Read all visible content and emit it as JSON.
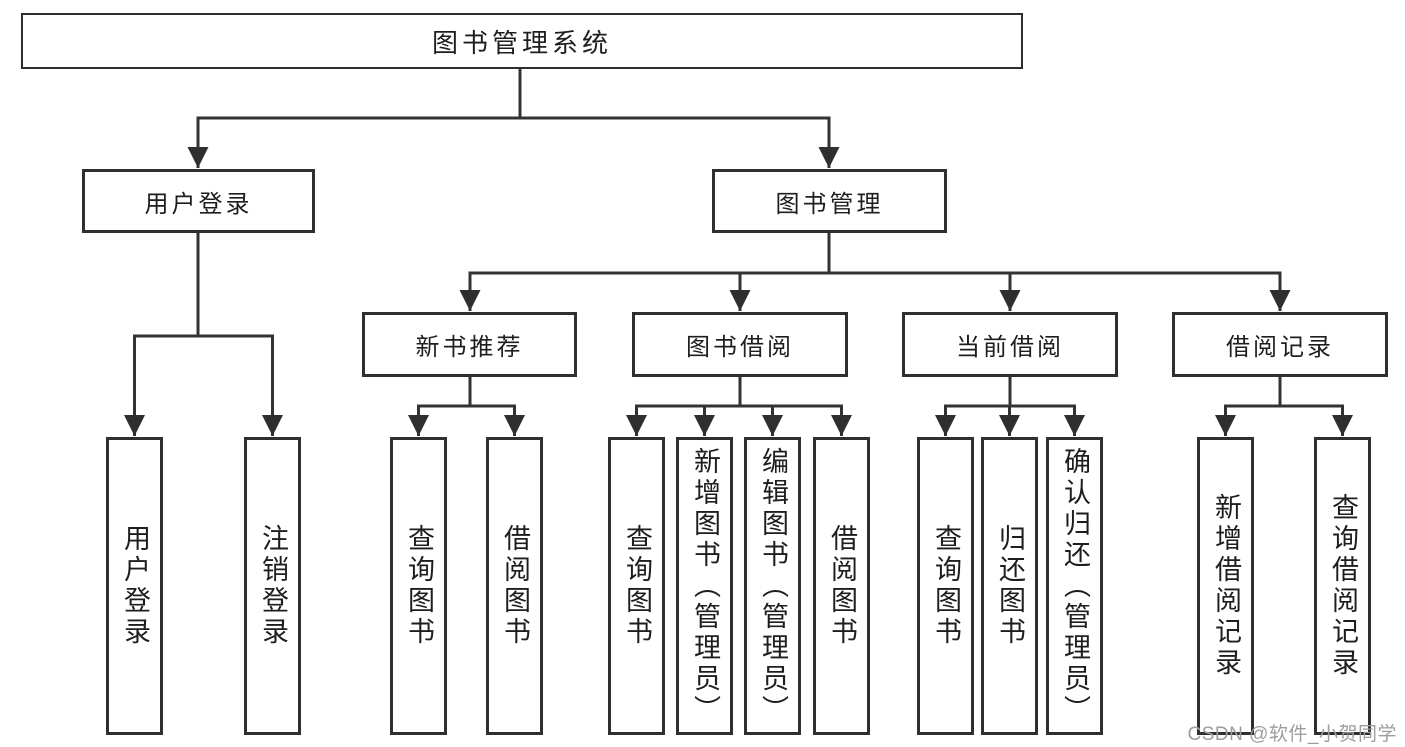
{
  "page": {
    "background": "#ffffff",
    "colors": {
      "line": "#333333",
      "node_border": "#2f2f2f",
      "text": "#1e1e1e",
      "watermark": "#9d9d9d"
    }
  },
  "tree": {
    "root": {
      "label": "图书管理系统",
      "children": [
        {
          "label": "用户登录",
          "children": [
            {
              "label": "用户登录"
            },
            {
              "label": "注销登录"
            }
          ]
        },
        {
          "label": "图书管理",
          "children": [
            {
              "label": "新书推荐",
              "children": [
                {
                  "label": "查询图书"
                },
                {
                  "label": "借阅图书"
                }
              ]
            },
            {
              "label": "图书借阅",
              "children": [
                {
                  "label": "查询图书"
                },
                {
                  "label": "新增图书（管理员）"
                },
                {
                  "label": "编辑图书（管理员）"
                },
                {
                  "label": "借阅图书"
                }
              ]
            },
            {
              "label": "当前借阅",
              "children": [
                {
                  "label": "查询图书"
                },
                {
                  "label": "归还图书"
                },
                {
                  "label": "确认归还（管理员）"
                }
              ]
            },
            {
              "label": "借阅记录",
              "children": [
                {
                  "label": "新增借阅记录"
                },
                {
                  "label": "查询借阅记录"
                }
              ]
            }
          ]
        }
      ]
    }
  },
  "watermark": {
    "text": "CSDN @软件_小贺同学"
  }
}
